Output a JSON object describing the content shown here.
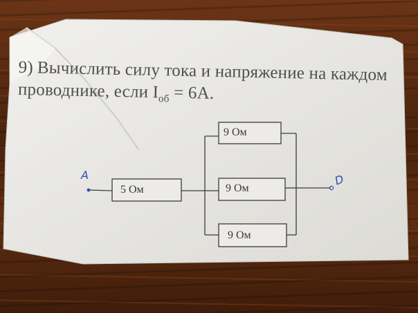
{
  "problem": {
    "number": "9)",
    "text_line1": "Вычислить силу тока и напряжение на каждом",
    "text_line2": "проводнике, если I",
    "subscript": "об",
    "text_line2_end": " = 6А."
  },
  "circuit": {
    "resistor_series": "5 Ом",
    "resistor_top": "9 Ом",
    "resistor_middle": "9 Ом",
    "resistor_bottom": "9 Ом",
    "terminal_left": "A",
    "terminal_right": "D"
  },
  "colors": {
    "ink": "#3b3b3d",
    "handwriting": "#2f4db5",
    "paper": "#ebeae6"
  }
}
